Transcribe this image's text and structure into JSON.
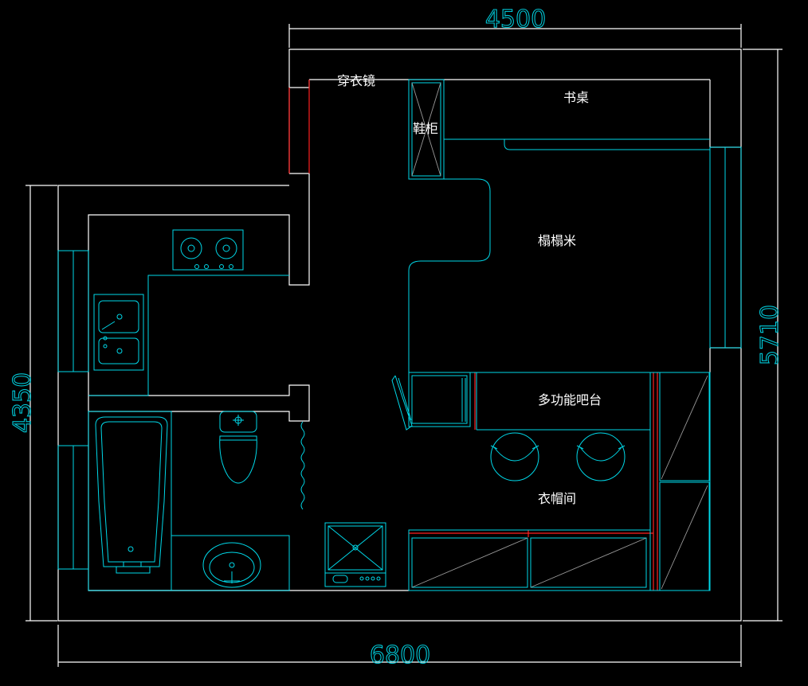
{
  "dimensions": {
    "top_width": "4500",
    "bottom_width": "6800",
    "left_height": "4350",
    "right_height": "5710"
  },
  "rooms": {
    "mirror": "穿衣镜",
    "desk": "书桌",
    "shoe_cabinet": "鞋柜",
    "tatami": "榻榻米",
    "bar_counter": "多功能吧台",
    "cloakroom": "衣帽间"
  },
  "colors": {
    "background": "#000000",
    "wall": "#ffffff",
    "fixture": "#00d8e8",
    "accent": "#ff2020",
    "dimension": "#00c8d7"
  }
}
